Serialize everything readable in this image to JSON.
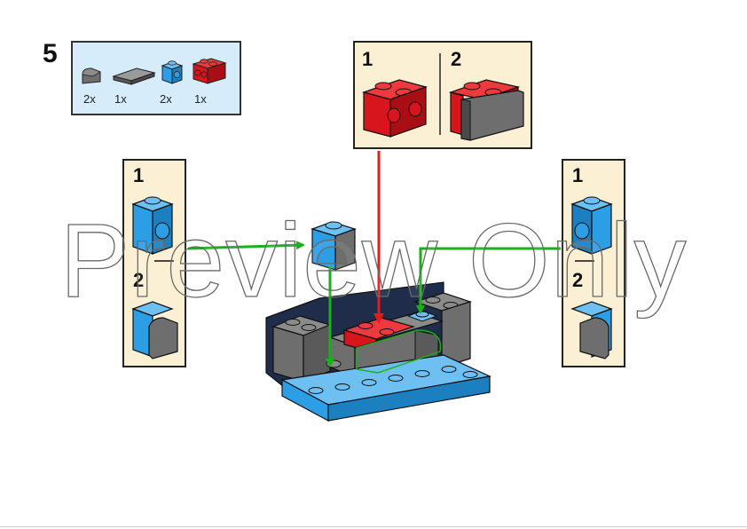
{
  "step": {
    "number": "5"
  },
  "parts_list": [
    {
      "icon": "gray-slope-1x1-icon",
      "quantity": "2x"
    },
    {
      "icon": "gray-tile-1x2-icon",
      "quantity": "1x"
    },
    {
      "icon": "blue-brick-1x1-side-stud-icon",
      "quantity": "2x"
    },
    {
      "icon": "red-brick-1x2-side-studs-icon",
      "quantity": "1x"
    }
  ],
  "callouts": {
    "top": {
      "sub_steps": [
        "1",
        "2"
      ]
    },
    "left": {
      "sub_steps": [
        "1",
        "2"
      ]
    },
    "right": {
      "sub_steps": [
        "1",
        "2"
      ]
    }
  },
  "watermark": {
    "text": "Preview Only"
  },
  "colors": {
    "gray": "#6e6e6e",
    "dark_gray": "#4a4a4a",
    "blue": "#2b9ee6",
    "red": "#d8141c",
    "navy": "#1f2d4a",
    "green_arrow": "#1ab01a",
    "red_arrow": "#e21b1b",
    "parts_bg": "#d6ecfb",
    "callout_bg": "#fbf0d4"
  }
}
